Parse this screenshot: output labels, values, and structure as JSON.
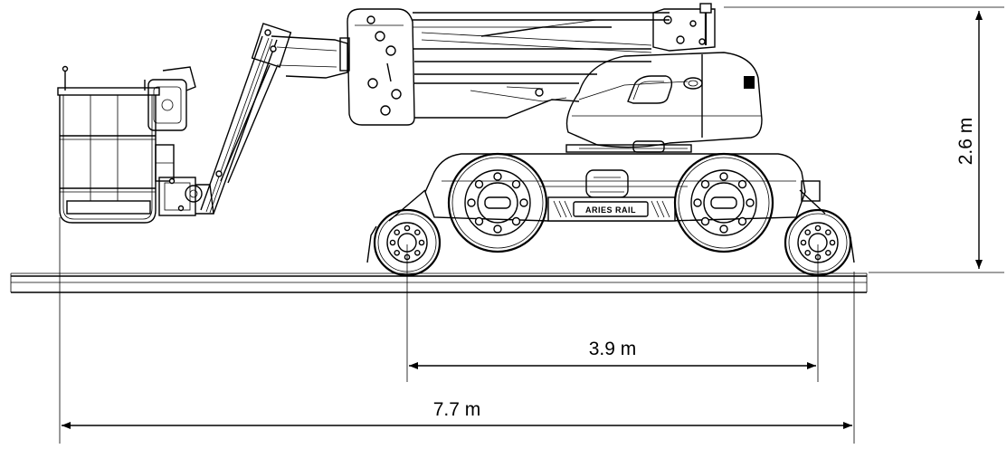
{
  "dimensions": {
    "height": "2.6 m",
    "wheelbase": "3.9 m",
    "overall_length": "7.7 m"
  },
  "vehicle": {
    "logo_text": "ARIES RAIL"
  }
}
